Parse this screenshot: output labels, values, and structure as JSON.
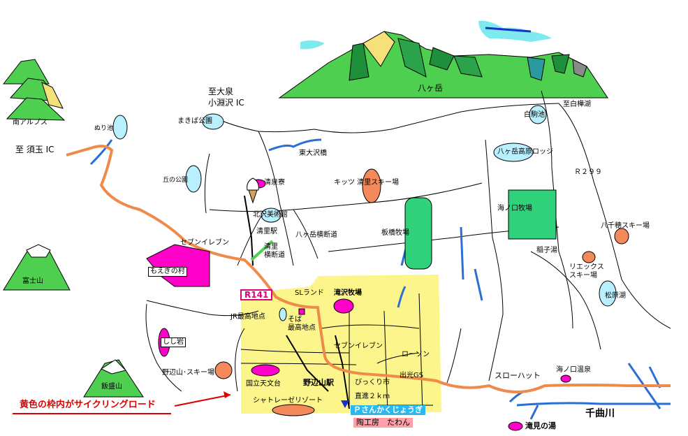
{
  "colors": {
    "road_orange": "#f08a4b",
    "cycling_zone_yellow": "#fbf58c",
    "magenta_marker": "#ff00c8",
    "field_green": "#2fd17a",
    "mountain_green": "#4fcf4f",
    "river_blue": "#2b6fd6",
    "pond_cyan": "#b9f0ff",
    "ski_orange": "#f4895b"
  },
  "labels": {
    "minami_alps": "南アルプス",
    "yatsugatake": "八ヶ岳",
    "fuji": "富士山",
    "meshimori": "飯盛山",
    "to_oizumi": "至大泉",
    "kobuchizawa_ic": "小淵沢 IC",
    "to_sudama_ic": "至 須玉 IC",
    "to_shirakaba": "至白樺湖",
    "makiba_park": "まきば公園",
    "nuriike": "ぬり池",
    "higashi_osawa_bridge": "東大沢橋",
    "oka_park": "丘の公園",
    "seisenryo": "清泉寮",
    "kitsutsu_ski": "キッツ 清里スキー場",
    "kitazawa_museum": "北沢美術館",
    "kiyosato_station": "清里駅",
    "kiyosato_crossing": "清里\n横断道",
    "yatsugatake_crossing": "八ヶ岳横断道",
    "itahashi_farm": "板橋牧場",
    "shirokomaike": "白駒池",
    "yatsugatake_lodge": "八ヶ岳高原ロッジ",
    "r299": "Ｒ２９９",
    "uminokuchi_farm": "海ノ口牧場",
    "yachiho_ski": "八千穂スキー場",
    "inago_yu": "稲子湯",
    "rexx_ski": "リエックス\nスキー場",
    "matsubara_lake": "松原湖",
    "seven_eleven_1": "セブンイレブン",
    "moegi_village": "もえぎの村",
    "r141": "R141",
    "sl_land": "SLランド",
    "takizawa_farm": "滝沢牧場",
    "jr_highest": "JR最高地点",
    "soba_highest": "そば\n最高地点",
    "shishi_iwa": "しし岩",
    "seven_eleven_2": "セブンイレブン",
    "lawson": "ローソン",
    "nobeyama_ski": "野辺山･スキー場",
    "observatory": "国立天文台",
    "nobeyama_station": "野辺山駅",
    "bikkuri_market": "びっくり市",
    "idemitsu_gs": "出光GS",
    "straight_2km": "直進２ｋｍ",
    "chateau_resort": "シャトレーゼリゾート",
    "parking_kakujouji": "Ｐさんかくじょうぎ",
    "pottery_tawan": "陶工房　たわん",
    "cycling_note": "黄色の枠内がサイクリングロード",
    "slow_hut": "スローハット",
    "uminokuchi_onsen": "海ノ口温泉",
    "chikuma_river": "千曲川",
    "takimi_no_yu": "滝見の湯"
  }
}
